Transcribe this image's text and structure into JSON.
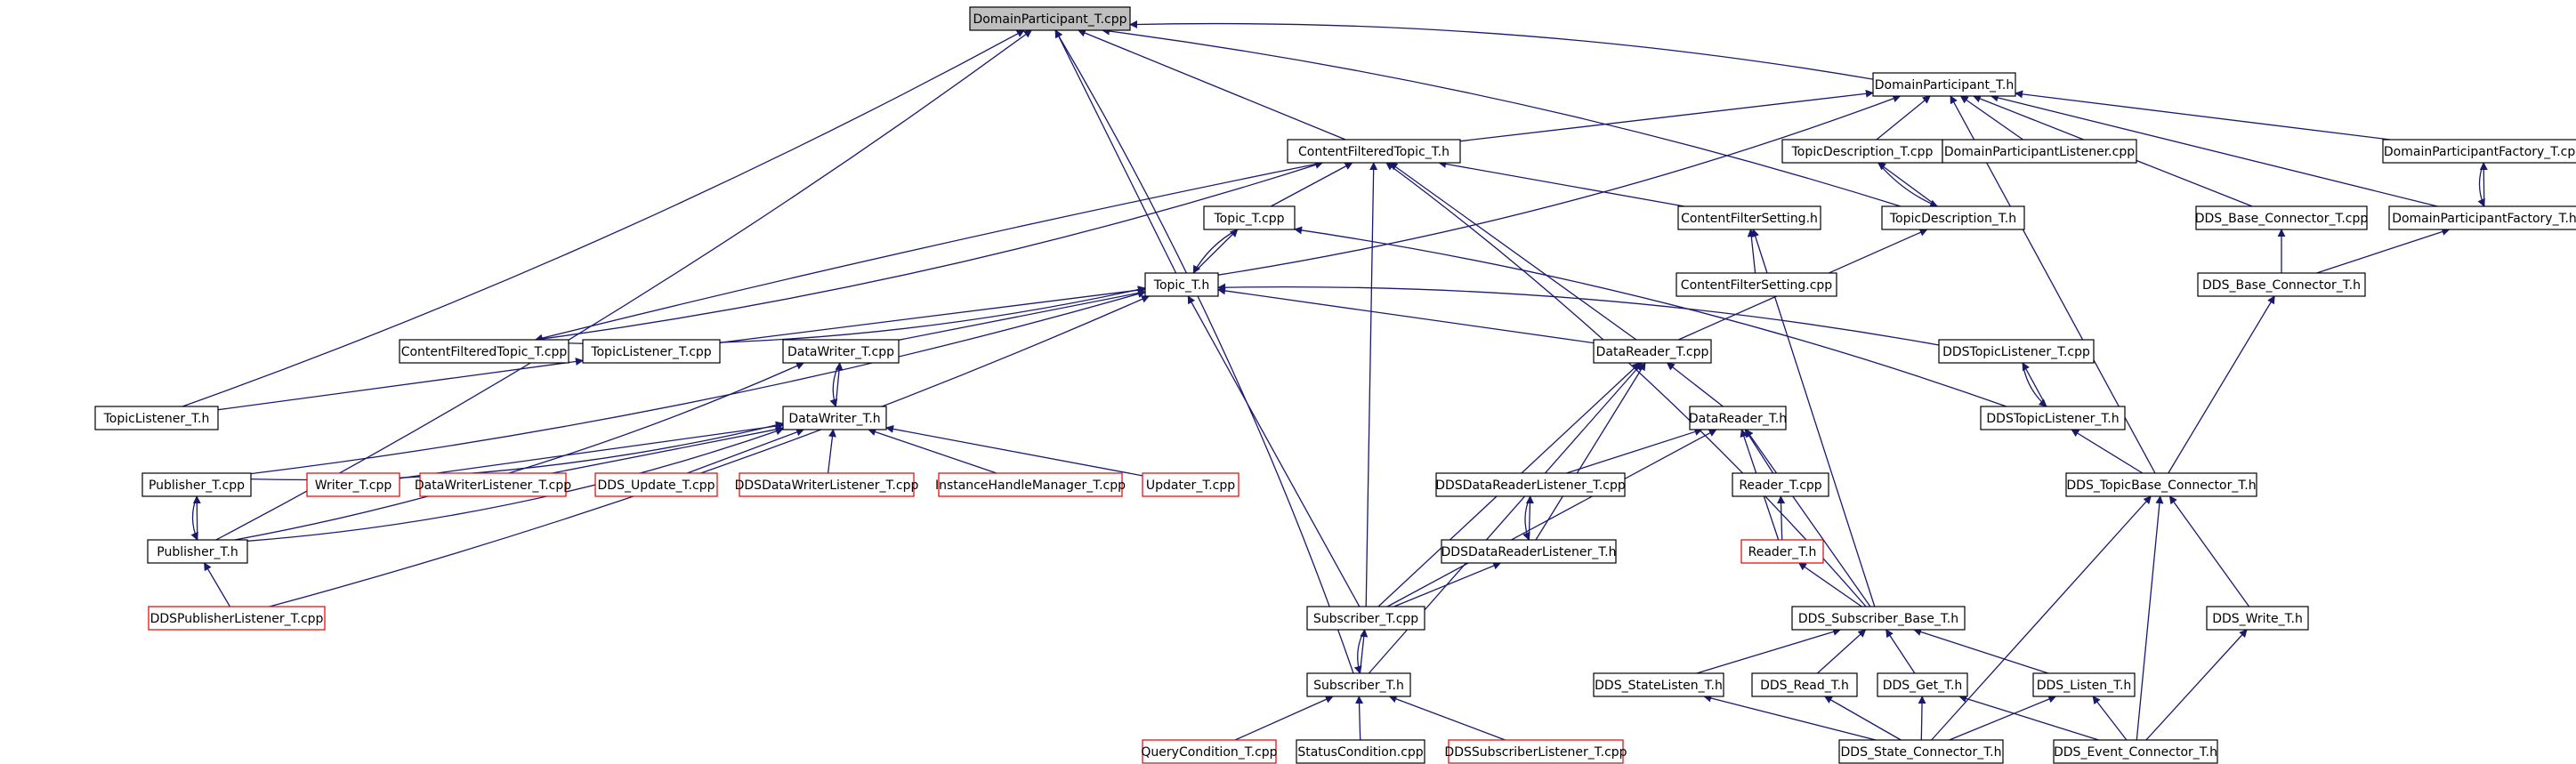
{
  "nodes": [
    {
      "id": "dp_cpp",
      "label": "DomainParticipant_T.cpp",
      "style": "root"
    },
    {
      "id": "dp_h",
      "label": "DomainParticipant_T.h",
      "style": "normal"
    },
    {
      "id": "cft_h",
      "label": "ContentFilteredTopic_T.h",
      "style": "normal"
    },
    {
      "id": "td_cpp",
      "label": "TopicDescription_T.cpp",
      "style": "normal"
    },
    {
      "id": "dpl_cpp",
      "label": "DomainParticipantListener.cpp",
      "style": "normal"
    },
    {
      "id": "dpf_cpp",
      "label": "DomainParticipantFactory_T.cpp",
      "style": "normal"
    },
    {
      "id": "topic_cpp",
      "label": "Topic_T.cpp",
      "style": "normal"
    },
    {
      "id": "cfs_h",
      "label": "ContentFilterSetting.h",
      "style": "normal"
    },
    {
      "id": "td_h",
      "label": "TopicDescription_T.h",
      "style": "normal"
    },
    {
      "id": "dbc_cpp",
      "label": "DDS_Base_Connector_T.cpp",
      "style": "normal"
    },
    {
      "id": "dpf_h",
      "label": "DomainParticipantFactory_T.h",
      "style": "normal"
    },
    {
      "id": "cfs_cpp",
      "label": "ContentFilterSetting.cpp",
      "style": "normal"
    },
    {
      "id": "dbc_h",
      "label": "DDS_Base_Connector_T.h",
      "style": "normal"
    },
    {
      "id": "topic_h",
      "label": "Topic_T.h",
      "style": "normal"
    },
    {
      "id": "cft_cpp",
      "label": "ContentFilteredTopic_T.cpp",
      "style": "normal"
    },
    {
      "id": "tl_cpp",
      "label": "TopicListener_T.cpp",
      "style": "normal"
    },
    {
      "id": "dw_cpp",
      "label": "DataWriter_T.cpp",
      "style": "normal"
    },
    {
      "id": "dr_cpp",
      "label": "DataReader_T.cpp",
      "style": "normal"
    },
    {
      "id": "ddstl_cpp",
      "label": "DDSTopicListener_T.cpp",
      "style": "normal"
    },
    {
      "id": "tl_h",
      "label": "TopicListener_T.h",
      "style": "normal"
    },
    {
      "id": "dw_h",
      "label": "DataWriter_T.h",
      "style": "normal"
    },
    {
      "id": "dr_h",
      "label": "DataReader_T.h",
      "style": "normal"
    },
    {
      "id": "ddstl_h",
      "label": "DDSTopicListener_T.h",
      "style": "normal"
    },
    {
      "id": "pub_cpp",
      "label": "Publisher_T.cpp",
      "style": "normal"
    },
    {
      "id": "writer_cpp",
      "label": "Writer_T.cpp",
      "style": "red"
    },
    {
      "id": "dwl_cpp",
      "label": "DataWriterListener_T.cpp",
      "style": "red"
    },
    {
      "id": "ddsupd_cpp",
      "label": "DDS_Update_T.cpp",
      "style": "red"
    },
    {
      "id": "ddsdwl_cpp",
      "label": "DDSDataWriterListener_T.cpp",
      "style": "red"
    },
    {
      "id": "ihm_cpp",
      "label": "InstanceHandleManager_T.cpp",
      "style": "red"
    },
    {
      "id": "updater_cpp",
      "label": "Updater_T.cpp",
      "style": "red"
    },
    {
      "id": "ddsdrl_cpp",
      "label": "DDSDataReaderListener_T.cpp",
      "style": "normal"
    },
    {
      "id": "reader_cpp",
      "label": "Reader_T.cpp",
      "style": "normal"
    },
    {
      "id": "dtbc_h",
      "label": "DDS_TopicBase_Connector_T.h",
      "style": "normal"
    },
    {
      "id": "pub_h",
      "label": "Publisher_T.h",
      "style": "normal"
    },
    {
      "id": "ddsdrl_h",
      "label": "DDSDataReaderListener_T.h",
      "style": "normal"
    },
    {
      "id": "reader_h",
      "label": "Reader_T.h",
      "style": "red"
    },
    {
      "id": "ddspl_cpp",
      "label": "DDSPublisherListener_T.cpp",
      "style": "red"
    },
    {
      "id": "sub_cpp",
      "label": "Subscriber_T.cpp",
      "style": "normal"
    },
    {
      "id": "dsb_h",
      "label": "DDS_Subscriber_Base_T.h",
      "style": "normal"
    },
    {
      "id": "dw_t_h",
      "label": "DDS_Write_T.h",
      "style": "normal"
    },
    {
      "id": "sub_h",
      "label": "Subscriber_T.h",
      "style": "normal"
    },
    {
      "id": "dsl_h",
      "label": "DDS_StateListen_T.h",
      "style": "normal"
    },
    {
      "id": "dread_h",
      "label": "DDS_Read_T.h",
      "style": "normal"
    },
    {
      "id": "dget_h",
      "label": "DDS_Get_T.h",
      "style": "normal"
    },
    {
      "id": "dlisten_h",
      "label": "DDS_Listen_T.h",
      "style": "normal"
    },
    {
      "id": "qc_cpp",
      "label": "QueryCondition_T.cpp",
      "style": "red"
    },
    {
      "id": "sc_cpp",
      "label": "StatusCondition.cpp",
      "style": "normal"
    },
    {
      "id": "ddssl_cpp",
      "label": "DDSSubscriberListener_T.cpp",
      "style": "red"
    },
    {
      "id": "dsc_h",
      "label": "DDS_State_Connector_T.h",
      "style": "normal"
    },
    {
      "id": "dec_h",
      "label": "DDS_Event_Connector_T.h",
      "style": "normal"
    }
  ],
  "edges": [
    [
      "dp_h",
      "dp_cpp"
    ],
    [
      "cft_h",
      "dp_cpp"
    ],
    [
      "td_h",
      "dp_cpp"
    ],
    [
      "topic_h",
      "dp_cpp"
    ],
    [
      "tl_h",
      "dp_cpp"
    ],
    [
      "pub_h",
      "dp_cpp"
    ],
    [
      "sub_h",
      "dp_cpp"
    ],
    [
      "cft_h",
      "dp_h"
    ],
    [
      "td_cpp",
      "dp_h"
    ],
    [
      "dpl_cpp",
      "dp_h"
    ],
    [
      "dpf_cpp",
      "dp_h"
    ],
    [
      "dbc_cpp",
      "dp_h"
    ],
    [
      "dpf_h",
      "dp_h"
    ],
    [
      "topic_h",
      "dp_h"
    ],
    [
      "dtbc_h",
      "dp_h"
    ],
    [
      "td_h",
      "td_cpp"
    ],
    [
      "td_cpp",
      "td_h"
    ],
    [
      "dpf_h",
      "dpf_cpp"
    ],
    [
      "dpf_cpp",
      "dpf_h"
    ],
    [
      "topic_cpp",
      "cft_h"
    ],
    [
      "cfs_h",
      "cft_h"
    ],
    [
      "cft_cpp",
      "cft_h"
    ],
    [
      "dr_cpp",
      "cft_h"
    ],
    [
      "sub_cpp",
      "cft_h"
    ],
    [
      "dsb_h",
      "cft_h"
    ],
    [
      "cft_h",
      "cft_cpp"
    ],
    [
      "cfs_cpp",
      "cfs_h"
    ],
    [
      "dsb_h",
      "cfs_h"
    ],
    [
      "dr_cpp",
      "td_h"
    ],
    [
      "dbc_h",
      "dbc_cpp"
    ],
    [
      "dbc_h",
      "dpf_h"
    ],
    [
      "dtbc_h",
      "dbc_h"
    ],
    [
      "topic_h",
      "topic_cpp"
    ],
    [
      "topic_cpp",
      "topic_h"
    ],
    [
      "ddstl_h",
      "topic_cpp"
    ],
    [
      "cft_cpp",
      "topic_h"
    ],
    [
      "tl_cpp",
      "topic_h"
    ],
    [
      "dw_cpp",
      "topic_h"
    ],
    [
      "dr_cpp",
      "topic_h"
    ],
    [
      "ddstl_cpp",
      "topic_h"
    ],
    [
      "pub_cpp",
      "topic_h"
    ],
    [
      "sub_cpp",
      "topic_h"
    ],
    [
      "ddspl_cpp",
      "topic_h"
    ],
    [
      "tl_h",
      "tl_cpp"
    ],
    [
      "dw_h",
      "dw_cpp"
    ],
    [
      "dw_cpp",
      "dw_h"
    ],
    [
      "pub_h",
      "dw_cpp"
    ],
    [
      "dr_h",
      "dr_cpp"
    ],
    [
      "ddsdrl_h",
      "dr_cpp"
    ],
    [
      "sub_h",
      "dr_cpp"
    ],
    [
      "sub_cpp",
      "dr_cpp"
    ],
    [
      "ddstl_h",
      "ddstl_cpp"
    ],
    [
      "ddstl_cpp",
      "ddstl_h"
    ],
    [
      "dtbc_h",
      "ddstl_h"
    ],
    [
      "pub_cpp",
      "dw_h"
    ],
    [
      "writer_cpp",
      "dw_h"
    ],
    [
      "dwl_cpp",
      "dw_h"
    ],
    [
      "ddsupd_cpp",
      "dw_h"
    ],
    [
      "ddsdwl_cpp",
      "dw_h"
    ],
    [
      "ihm_cpp",
      "dw_h"
    ],
    [
      "updater_cpp",
      "dw_h"
    ],
    [
      "pub_h",
      "dw_h"
    ],
    [
      "ddsdrl_cpp",
      "dr_h"
    ],
    [
      "reader_cpp",
      "dr_h"
    ],
    [
      "reader_h",
      "dr_h"
    ],
    [
      "dsb_h",
      "dr_h"
    ],
    [
      "sub_cpp",
      "dr_h"
    ],
    [
      "pub_h",
      "pub_cpp"
    ],
    [
      "pub_cpp",
      "pub_h"
    ],
    [
      "ddspl_cpp",
      "pub_h"
    ],
    [
      "ddsdrl_h",
      "ddsdrl_cpp"
    ],
    [
      "ddsdrl_cpp",
      "ddsdrl_h"
    ],
    [
      "sub_cpp",
      "ddsdrl_h"
    ],
    [
      "reader_h",
      "reader_cpp"
    ],
    [
      "dsb_h",
      "reader_h"
    ],
    [
      "dw_t_h",
      "dtbc_h"
    ],
    [
      "dsc_h",
      "dtbc_h"
    ],
    [
      "dec_h",
      "dtbc_h"
    ],
    [
      "sub_h",
      "sub_cpp"
    ],
    [
      "sub_cpp",
      "sub_h"
    ],
    [
      "dsl_h",
      "dsb_h"
    ],
    [
      "dread_h",
      "dsb_h"
    ],
    [
      "dget_h",
      "dsb_h"
    ],
    [
      "dlisten_h",
      "dsb_h"
    ],
    [
      "dec_h",
      "dw_t_h"
    ],
    [
      "qc_cpp",
      "sub_h"
    ],
    [
      "sc_cpp",
      "sub_h"
    ],
    [
      "ddssl_cpp",
      "sub_h"
    ],
    [
      "dsc_h",
      "dsl_h"
    ],
    [
      "dsc_h",
      "dread_h"
    ],
    [
      "dsc_h",
      "dget_h"
    ],
    [
      "dec_h",
      "dget_h"
    ],
    [
      "dsc_h",
      "dlisten_h"
    ],
    [
      "dec_h",
      "dlisten_h"
    ]
  ]
}
